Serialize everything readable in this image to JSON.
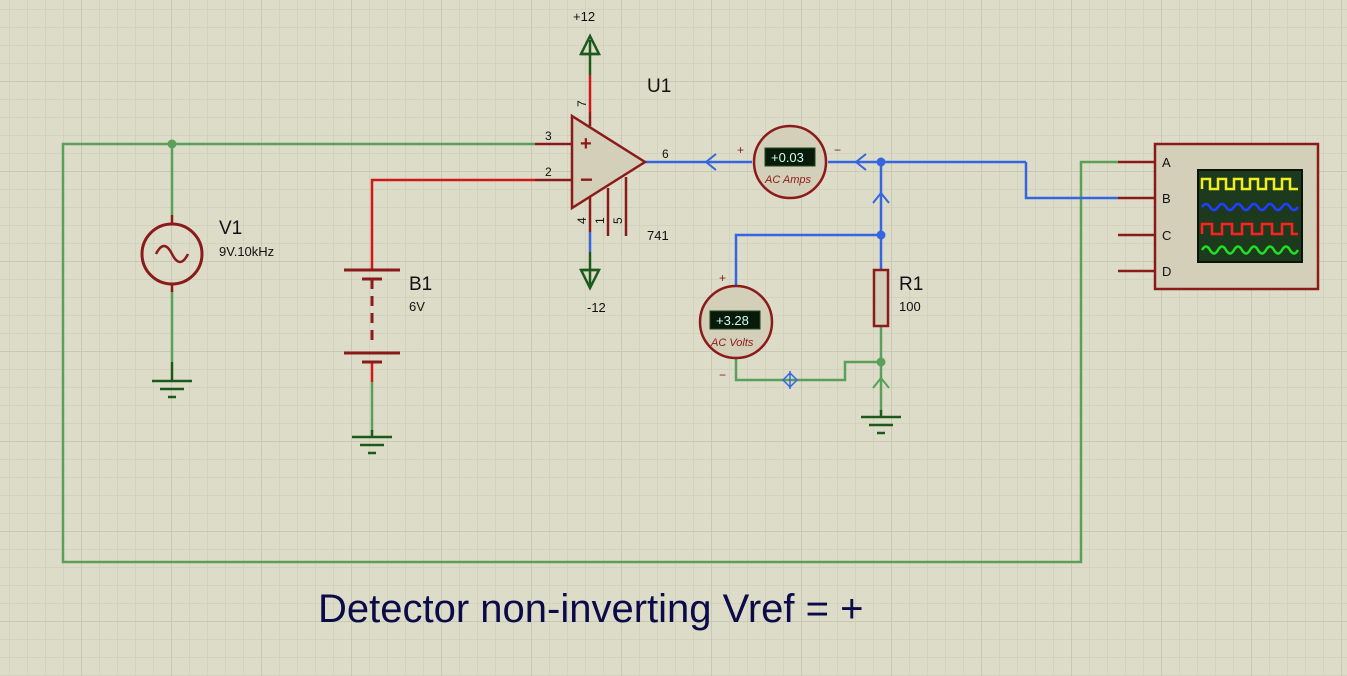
{
  "title": "Detector non-inverting Vref = +",
  "colors": {
    "background": "#dcdcc8",
    "wire_green": "#5aa05a",
    "wire_red": "#d01818",
    "wire_blue": "#3366e0",
    "component": "#8b1a1a",
    "power": "#1c5a1c"
  },
  "components": {
    "opamp": {
      "ref": "U1",
      "part": "741",
      "pin_plus": "3",
      "pin_minus": "2",
      "pin_out": "6",
      "pin_vpos": "7",
      "pin_vneg": "4",
      "pin_1": "1",
      "pin_5": "5"
    },
    "v1": {
      "ref": "V1",
      "value": "9V.10kHz"
    },
    "b1": {
      "ref": "B1",
      "value": "6V"
    },
    "r1": {
      "ref": "R1",
      "value": "100"
    },
    "ammeter": {
      "reading": "+0.03",
      "unit": "AC Amps",
      "plus": "+",
      "minus": "−"
    },
    "voltmeter": {
      "reading": "+3.28",
      "unit": "AC Volts",
      "plus": "+",
      "minus": "−"
    },
    "rail_pos": "+12",
    "rail_neg": "-12",
    "oscilloscope": {
      "channels": [
        "A",
        "B",
        "C",
        "D"
      ],
      "trace_colors": [
        "#f0f020",
        "#2040ff",
        "#ff2020",
        "#20e020"
      ]
    }
  }
}
